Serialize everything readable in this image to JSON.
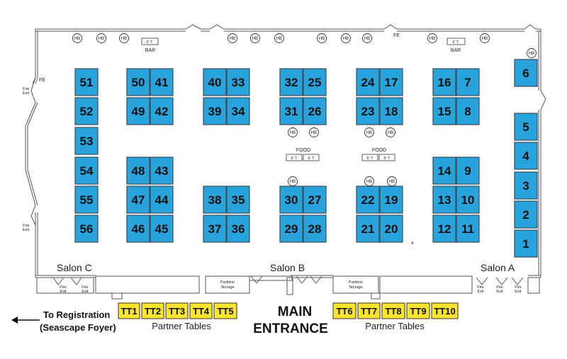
{
  "rooms": {
    "salon_c": "Salon  C",
    "salon_b": "Salon  B",
    "salon_a": "Salon  A"
  },
  "labels": {
    "bar": "BAR",
    "food": "FOOD",
    "fe": "FE",
    "fire_exit_line1": "Fire",
    "fire_exit_line2": "Exit",
    "partition_line1": "Partition",
    "partition_line2": "Storage",
    "main_entrance_line1": "MAIN",
    "main_entrance_line2": "ENTRANCE",
    "registration_line1": "To Registration",
    "registration_line2": "(Seascape Foyer)",
    "partner_tables": "Partner Tables",
    "hb": "HB",
    "six_foot": "6' T",
    "marker_a": "A"
  },
  "booths": [
    "1",
    "2",
    "3",
    "4",
    "5",
    "6",
    "7",
    "8",
    "9",
    "10",
    "11",
    "12",
    "13",
    "14",
    "15",
    "16",
    "17",
    "18",
    "19",
    "20",
    "21",
    "22",
    "23",
    "24",
    "25",
    "26",
    "27",
    "28",
    "29",
    "30",
    "31",
    "32",
    "33",
    "34",
    "35",
    "36",
    "37",
    "38",
    "39",
    "40",
    "41",
    "42",
    "43",
    "44",
    "45",
    "46",
    "47",
    "48",
    "49",
    "50",
    "51",
    "52",
    "53",
    "54",
    "55",
    "56"
  ],
  "partner_tables_left": [
    "TT1",
    "TT2",
    "TT3",
    "TT4",
    "TT5"
  ],
  "partner_tables_right": [
    "TT6",
    "TT7",
    "TT8",
    "TT9",
    "TT10"
  ],
  "colors": {
    "booth": "#29a3dc",
    "partner_table": "#fbe42e"
  }
}
